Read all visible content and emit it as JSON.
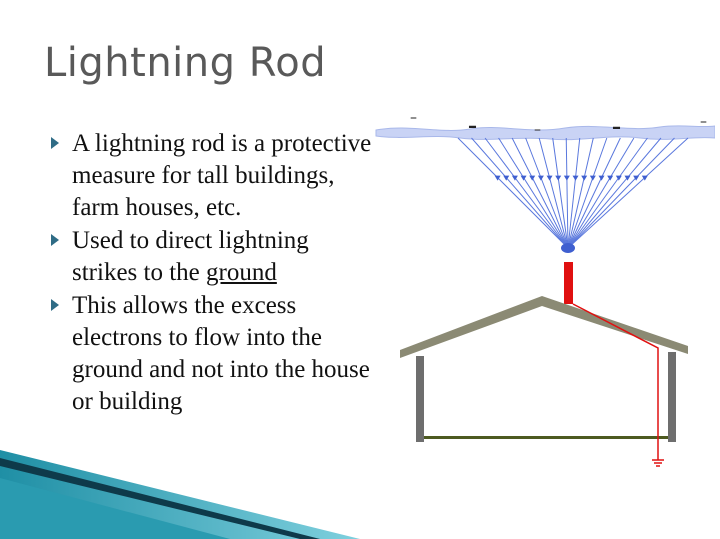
{
  "slide": {
    "title": "Lightning Rod",
    "bullets": [
      {
        "lead": "A lightning rod is a protective measure for tall buildings, farm houses, etc.",
        "link": "",
        "tail": ""
      },
      {
        "lead": "Used to direct lightning strikes to the ",
        "link": "ground",
        "tail": ""
      },
      {
        "lead": "This allows the excess electrons to flow into the ground and not into the house or building",
        "link": "",
        "tail": ""
      }
    ]
  },
  "diagram": {
    "cloud_charges": [
      "–",
      "–",
      "–",
      "–",
      "–"
    ]
  },
  "colors": {
    "title": "#595959",
    "bullet_marker": "#2f6c86",
    "discharge": "#4d6cd8",
    "cloud": "#b9c6f0",
    "rod": "#e01010",
    "roof": "#8b8a74",
    "wall": "#6e6e6e",
    "floor": "#4d5a20"
  }
}
